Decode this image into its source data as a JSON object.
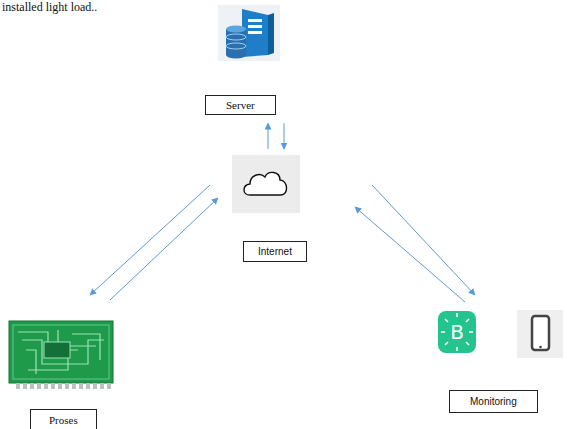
{
  "diagram": {
    "nodes": [
      {
        "text": [
          "Server"
        ]
      },
      {
        "text": [
          "Internet"
        ]
      },
      {
        "text": [
          "Proses"
        ]
      },
      {
        "text": [
          "Monitoring"
        ]
      }
    ],
    "edges": [
      {
        "from": 1,
        "to": 0,
        "arrow": "to"
      },
      {
        "from": 0,
        "to": 1,
        "arrow": "to"
      },
      {
        "from": 1,
        "to": 2,
        "arrow": "to"
      },
      {
        "from": 2,
        "to": 1,
        "arrow": "to"
      },
      {
        "from": 1,
        "to": 3,
        "arrow": "to"
      },
      {
        "from": 3,
        "to": 1,
        "arrow": "to"
      }
    ],
    "labels": [
      "installed light load..",
      "B"
    ]
  }
}
